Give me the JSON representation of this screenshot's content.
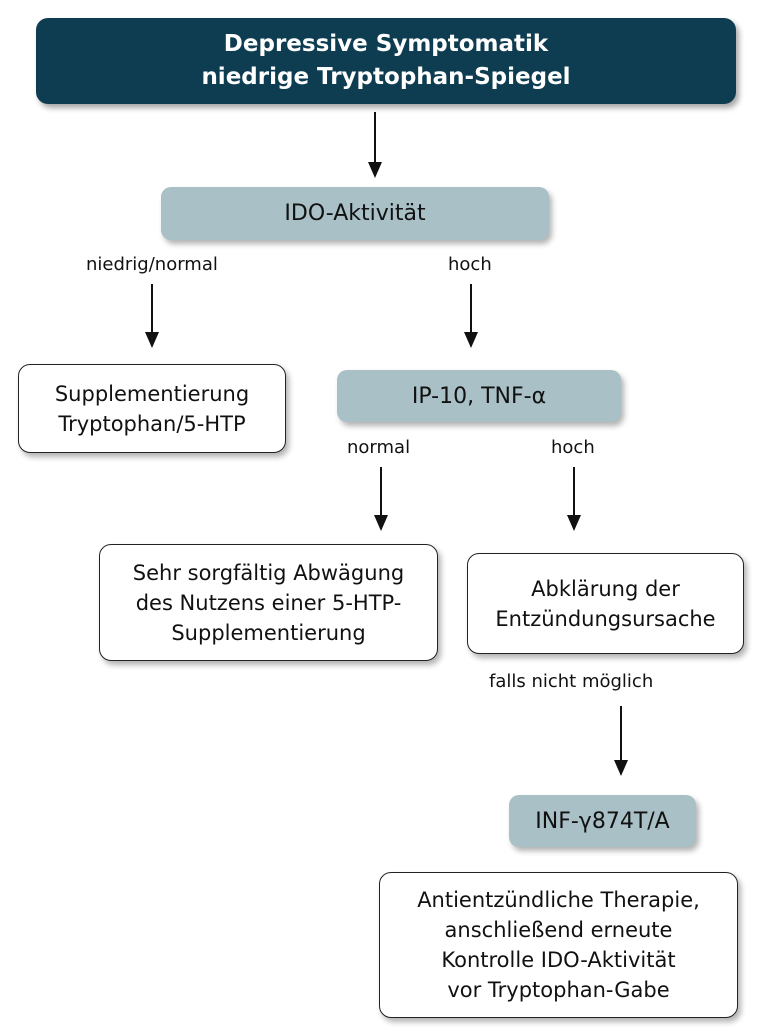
{
  "nodes": {
    "top": {
      "lines": [
        "Depressive Symptomatik",
        "niedrige Tryptophan-Spiegel"
      ]
    },
    "ido": {
      "lines": [
        "IDO-Aktivität"
      ]
    },
    "supplement": {
      "lines": [
        "Supplementierung",
        "Tryptophan/5-HTP"
      ]
    },
    "ip10": {
      "lines": [
        "IP-10, TNF-α"
      ]
    },
    "careful": {
      "lines": [
        "Sehr sorgfältig Abwägung",
        "des Nutzens einer 5-HTP-",
        "Supplementierung"
      ]
    },
    "clarify": {
      "lines": [
        "Abklärung der",
        "Entzündungsursache"
      ]
    },
    "inf": {
      "lines": [
        "INF-γ874T/A"
      ]
    },
    "therapy": {
      "lines": [
        "Antientzündliche Therapie,",
        "anschließend erneute",
        "Kontrolle IDO-Aktivität",
        "vor Tryptophan-Gabe"
      ]
    }
  },
  "edge_labels": {
    "ido_low": "niedrig/normal",
    "ido_high": "hoch",
    "ip_normal": "normal",
    "ip_high": "hoch",
    "not_possible": "falls nicht möglich"
  },
  "colors": {
    "dark_box": "#0e3d52",
    "light_box": "#a8c0c6",
    "text_light": "#ffffff",
    "text_dark": "#111111"
  }
}
